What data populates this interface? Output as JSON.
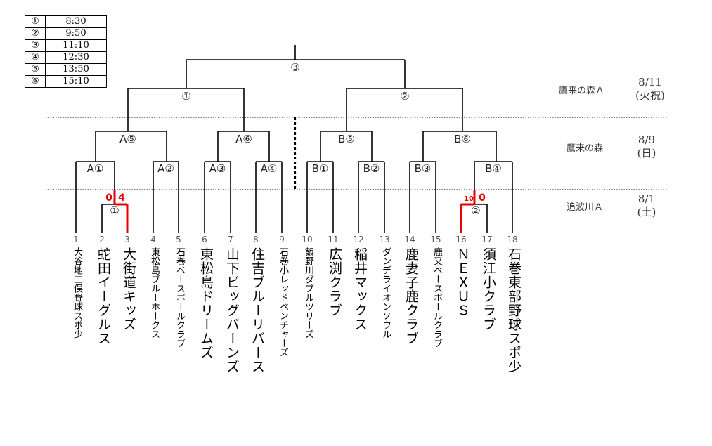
{
  "schedule": [
    {
      "num": "①",
      "time": "8:30"
    },
    {
      "num": "②",
      "time": "9:50"
    },
    {
      "num": "③",
      "time": "11:10"
    },
    {
      "num": "④",
      "time": "12:30"
    },
    {
      "num": "⑤",
      "time": "13:50"
    },
    {
      "num": "⑥",
      "time": "15:10"
    }
  ],
  "teams": [
    {
      "seed": "1",
      "name": "大谷地二俣野球スポ少"
    },
    {
      "seed": "2",
      "name": "蛇田イーグルス"
    },
    {
      "seed": "3",
      "name": "大街道キッズ"
    },
    {
      "seed": "4",
      "name": "東松島ブルーホークス"
    },
    {
      "seed": "5",
      "name": "石巻ベースボールクラブ"
    },
    {
      "seed": "6",
      "name": "東松島ドリームズ"
    },
    {
      "seed": "7",
      "name": "山下ビッグバーンズ"
    },
    {
      "seed": "8",
      "name": "住吉ブルーリバース"
    },
    {
      "seed": "9",
      "name": "石巻小レッドベンチャーズ"
    },
    {
      "seed": "10",
      "name": "飯野川ダブルツリーズ"
    },
    {
      "seed": "11",
      "name": "広渕クラブ"
    },
    {
      "seed": "12",
      "name": "稲井マックス"
    },
    {
      "seed": "13",
      "name": "ダンデライオンソウル"
    },
    {
      "seed": "14",
      "name": "鹿妻子鹿クラブ"
    },
    {
      "seed": "15",
      "name": "鹿又ベースボールクラブ"
    },
    {
      "seed": "16",
      "name": "ＮＥＸＵＳ"
    },
    {
      "seed": "17",
      "name": "須江小クラブ"
    },
    {
      "seed": "18",
      "name": "石巻東部野球スポ少"
    }
  ],
  "match_labels": {
    "final": "③",
    "semi_left": "①",
    "semi_right": "②",
    "a5": "A⑤",
    "a6": "A⑥",
    "b5": "B⑤",
    "b6": "B⑥",
    "a1": "A①",
    "a2": "A②",
    "a3": "A③",
    "a4": "A④",
    "b1": "B①",
    "b2": "B②",
    "b3": "B③",
    "b4": "B④",
    "r1_left": "①",
    "r1_right": "②"
  },
  "scores": {
    "m1_left": "0",
    "m1_right": "4",
    "m2_left": "10",
    "m2_right": "0"
  },
  "venues": [
    {
      "venue": "鷹来の森Ａ",
      "date": "8/11",
      "day": "(火祝)"
    },
    {
      "venue": "鷹来の森",
      "date": "8/9",
      "day": "(日)"
    },
    {
      "venue": "追波川Ａ",
      "date": "8/1",
      "day": "(土)"
    }
  ],
  "colors": {
    "line": "#000000",
    "winner": "#e60000",
    "dotted": "#555555"
  }
}
